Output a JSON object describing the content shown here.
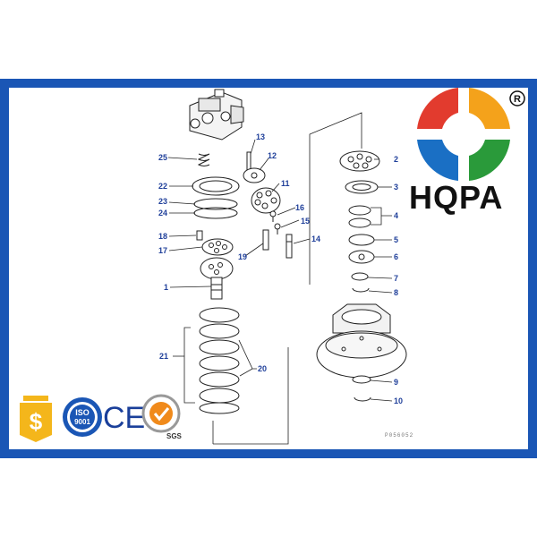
{
  "brand": {
    "name": "HQPA",
    "registered_mark": "®",
    "logo_colors": [
      "#e23b2e",
      "#f4a21b",
      "#2a9a3a",
      "#1a6fc4"
    ]
  },
  "frame_color": "#1a56b5",
  "callouts": [
    "25",
    "22",
    "23",
    "24",
    "18",
    "17",
    "1",
    "13",
    "12",
    "11",
    "16",
    "15",
    "14",
    "19",
    "21",
    "20",
    "2",
    "3",
    "4",
    "5",
    "6",
    "7",
    "8",
    "9",
    "10"
  ],
  "drawing_code": "P056052",
  "certifications": {
    "badges": [
      "s-shield-icon",
      "iso-9001-icon",
      "ce-mark-icon",
      "sgs-check-icon"
    ],
    "iso_text_top": "ISO",
    "iso_text_number": "9001",
    "ce_text": "CE",
    "sgs_text": "SGS"
  }
}
